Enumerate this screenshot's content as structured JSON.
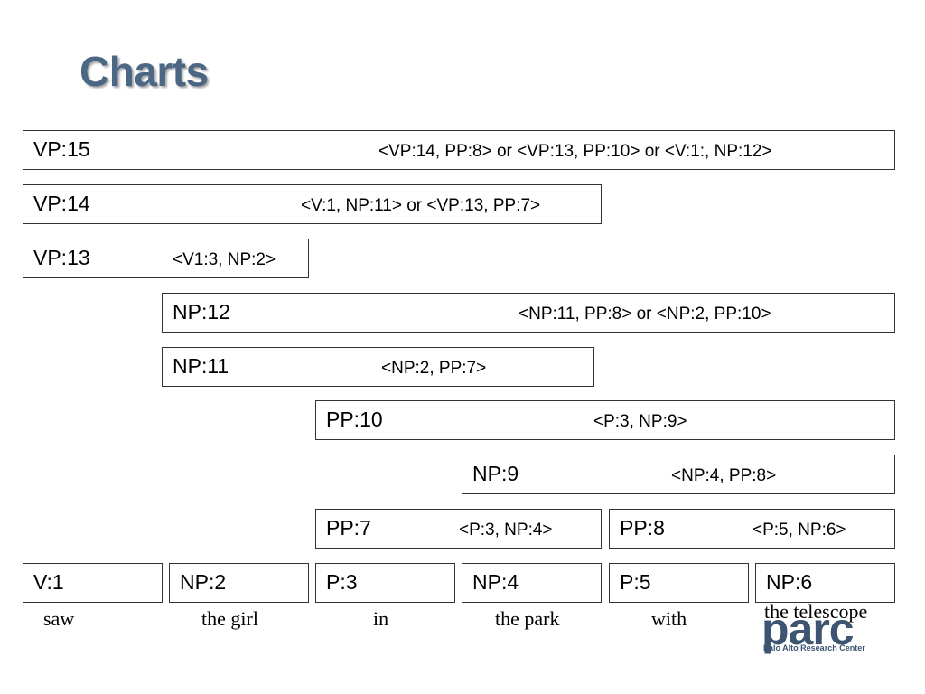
{
  "title": "Charts",
  "edges": {
    "vp15": {
      "label": "VP:15",
      "derivation": "<VP:14, PP:8> or <VP:13, PP:10> or <V:1:, NP:12>"
    },
    "vp14": {
      "label": "VP:14",
      "derivation": "<V:1, NP:11> or <VP:13, PP:7>"
    },
    "vp13": {
      "label": "VP:13",
      "derivation": "<V1:3, NP:2>"
    },
    "np12": {
      "label": "NP:12",
      "derivation": "<NP:11, PP:8> or <NP:2, PP:10>"
    },
    "np11": {
      "label": "NP:11",
      "derivation": "<NP:2, PP:7>"
    },
    "pp10": {
      "label": "PP:10",
      "derivation": "<P:3, NP:9>"
    },
    "np9": {
      "label": "NP:9",
      "derivation": "<NP:4, PP:8>"
    },
    "pp7": {
      "label": "PP:7",
      "derivation": "<P:3, NP:4>"
    },
    "pp8": {
      "label": "PP:8",
      "derivation": "<P:5, NP:6>"
    },
    "v1": {
      "label": "V:1"
    },
    "np2": {
      "label": "NP:2"
    },
    "p3": {
      "label": "P:3"
    },
    "np4": {
      "label": "NP:4"
    },
    "p5": {
      "label": "P:5"
    },
    "np6": {
      "label": "NP:6"
    }
  },
  "words": [
    "saw",
    "the girl",
    "in",
    "the park",
    "with",
    "the telescope"
  ],
  "logo": {
    "name": "parc",
    "subtitle": "Palo Alto Research Center"
  },
  "colors": {
    "title": "#4b6784",
    "border": "#333333",
    "logo": "#3d5570"
  }
}
